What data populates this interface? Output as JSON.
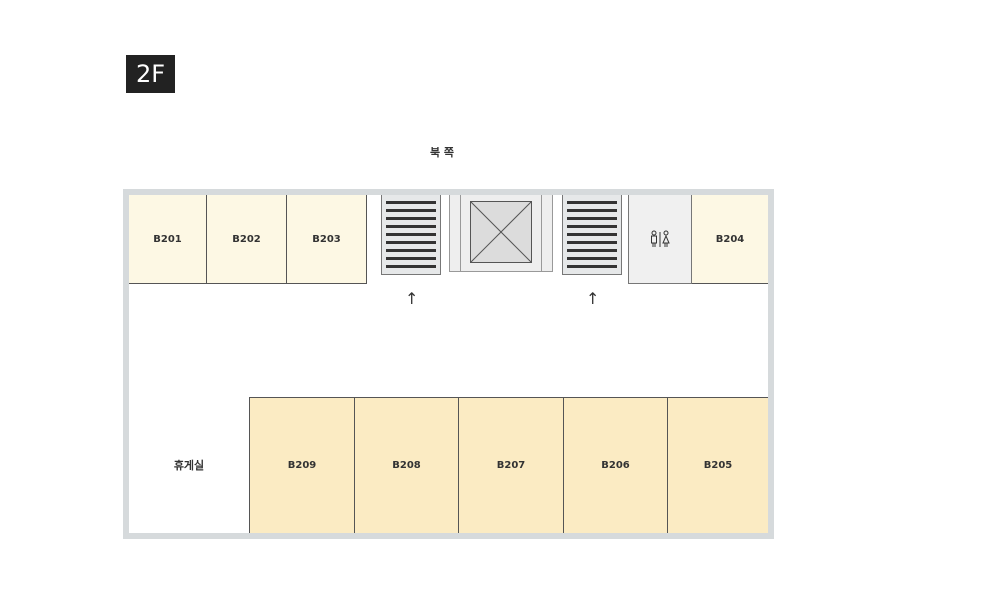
{
  "floor": {
    "label": "2F"
  },
  "orientation": {
    "label": "북 쪽"
  },
  "top_rooms": [
    {
      "id": "B201"
    },
    {
      "id": "B202"
    },
    {
      "id": "B203"
    },
    {
      "id": "B204"
    }
  ],
  "bottom_rooms": [
    {
      "id": "B209"
    },
    {
      "id": "B208"
    },
    {
      "id": "B207"
    },
    {
      "id": "B206"
    },
    {
      "id": "B205"
    }
  ],
  "lounge": {
    "label": "휴게실"
  },
  "restroom": {
    "icon": "restroom-icon",
    "symbol": "🚹🚺"
  },
  "stairs": [
    {
      "icon": "stairs-icon",
      "direction": "up",
      "arrow": "↑"
    },
    {
      "icon": "stairs-icon",
      "direction": "up",
      "arrow": "↑"
    }
  ],
  "elevator": {
    "icon": "elevator-icon"
  },
  "colors": {
    "top_room": "#fdf8e4",
    "bottom_room": "#fbebc3",
    "wall": "#d6dadc",
    "badge": "#222222"
  }
}
